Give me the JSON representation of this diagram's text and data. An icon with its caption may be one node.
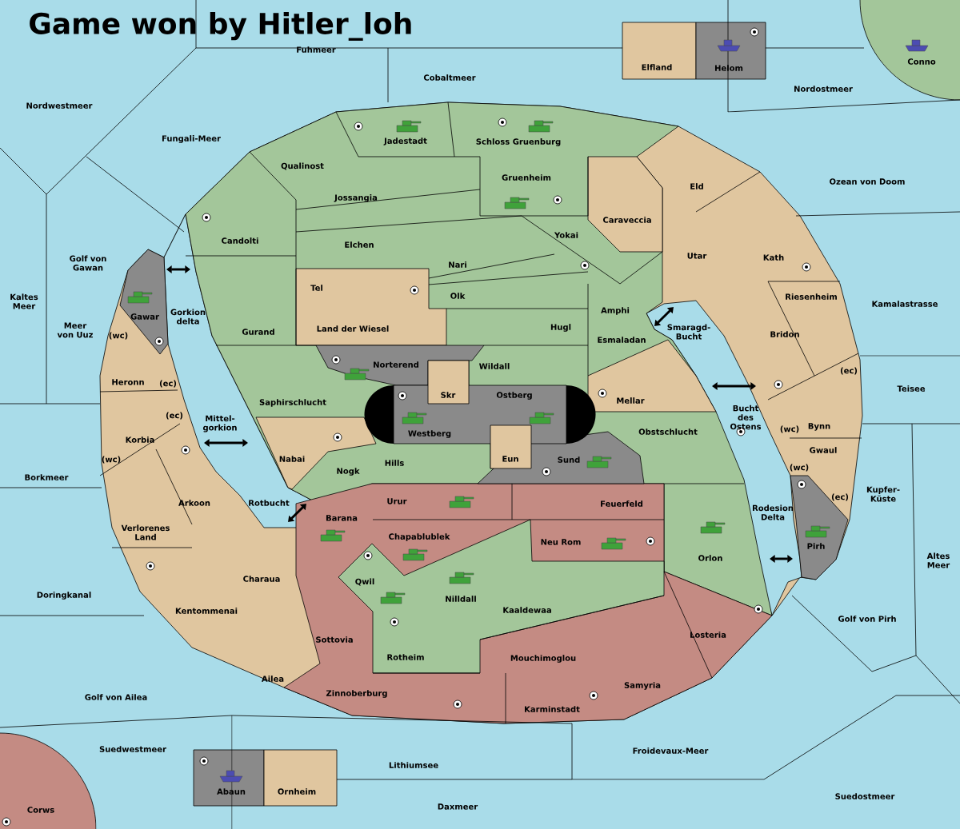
{
  "diagram": {
    "title": "Game won by Hitler_loh",
    "labels": [
      "Fuhmeer",
      "Elfland",
      "Helom",
      "Conno",
      "Cobaltmeer",
      "Nordostmeer",
      "Nordwestmeer",
      "Jadestadt",
      "Schloss Gruenburg",
      "Fungali-Meer",
      "Qualinost",
      "Gruenheim",
      "Ozean von Doom",
      "Eld",
      "Jossangia",
      "Caraveccia",
      "Yokai",
      "Candolti",
      "Elchen",
      "Utar",
      "Kath",
      "Golf von Gawan",
      "Nari",
      "Tel",
      "Olk",
      "Kaltes Meer",
      "Riesenheim",
      "Kamalastrasse",
      "Amphi",
      "Gawar",
      "Gorkion delta",
      "Smaragd-Bucht",
      "Meer von Uuz",
      "(wc)",
      "Land der Wiesel",
      "Gurand",
      "Hugl",
      "Bridon",
      "Esmaladan",
      "Norterend",
      "Wildall",
      "Heronn",
      "(ec)",
      "(ec)",
      "Teisee",
      "Skr",
      "Ostberg",
      "Mellar",
      "Saphirschlucht",
      "Bucht des Ostens",
      "Mittel-gorkion",
      "(ec)",
      "(wc)",
      "Bynn",
      "Obstschlucht",
      "Westberg",
      "Korbia",
      "Gwaul",
      "Nabai",
      "(wc)",
      "Eun",
      "Sund",
      "Hills",
      "(wc)",
      "Nogk",
      "Borkmeer",
      "Kupfer-Küste",
      "(ec)",
      "Urur",
      "Feuerfeld",
      "Arkoon",
      "Rotbucht",
      "Rodesion Delta",
      "Barana",
      "Verlorenes Land",
      "Chapablublek",
      "Neu Rom",
      "Pirh",
      "Orlon",
      "Altes Meer",
      "Qwil",
      "Charaua",
      "Nilldall",
      "Doringkanal",
      "Kentommenai",
      "Kaaldewaa",
      "Golf von Pirh",
      "Losteria",
      "Sottovia",
      "Rotheim",
      "Mouchimoglou",
      "Ailea",
      "Samyria",
      "Zinnoberburg",
      "Golf von Ailea",
      "Karminstadt",
      "Suedwestmeer",
      "Froidevaux-Meer",
      "Lithiumsee",
      "Abaun",
      "Ornheim",
      "Suedostmeer",
      "Daxmeer",
      "Corws"
    ]
  }
}
